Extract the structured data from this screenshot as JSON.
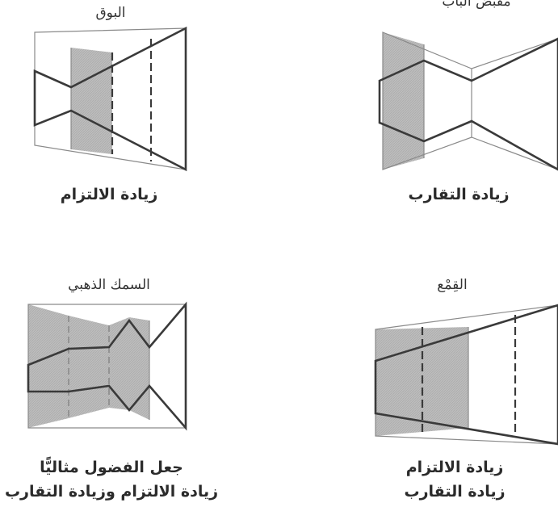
{
  "diagrams": {
    "door_handle": {
      "title": "مقبض الباب",
      "captions": [
        "زيادة التقارب"
      ]
    },
    "horn": {
      "title": "البوق",
      "captions": [
        "زيادة الالتزام"
      ]
    },
    "funnel": {
      "title": "القِمْع",
      "captions": [
        "زيادة الالتزام",
        "زيادة التقارب"
      ]
    },
    "goldfish": {
      "title": "السمك الذهبي",
      "captions": [
        "جعل الفضول مثاليًّا",
        "زيادة الالتزام وزيادة التقارب"
      ]
    }
  },
  "colors": {
    "line": "#3a3a3a",
    "thin_line": "#8a8a8a",
    "shade": "#b9b9b9"
  }
}
